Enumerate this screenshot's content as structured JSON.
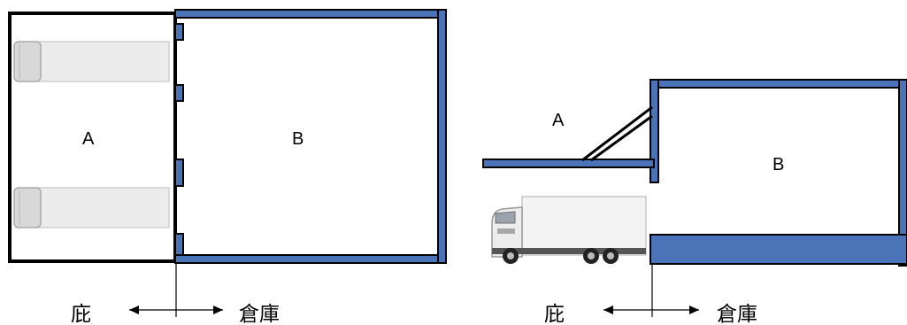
{
  "colors": {
    "wall_blue": "#4a73b8",
    "outline": "#000000",
    "truck_body": "#e9e9e9",
    "truck_cab": "#d9d9d9",
    "background": "#ffffff"
  },
  "plan_view": {
    "label_a": "A",
    "label_b": "B",
    "left_caption": "庇",
    "right_caption": "倉庫",
    "arrow_icon": "double-headed-arrow-icon"
  },
  "side_view": {
    "label_a": "A",
    "label_b": "B",
    "left_caption": "庇",
    "right_caption": "倉庫",
    "arrow_icon": "double-headed-arrow-icon"
  }
}
